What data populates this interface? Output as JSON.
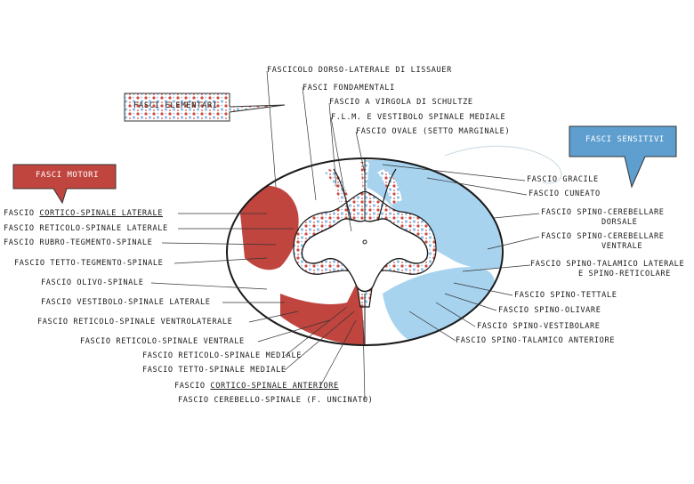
{
  "colors": {
    "motor": "#c0453f",
    "sensory": "#a7d3ef",
    "sensory_callout": "#5f9fd0",
    "elementary_red": "#cf4a40",
    "elementary_blue": "#8fc0e4",
    "outline": "#1a1a1a"
  },
  "callouts": {
    "elementary": "FASCI ELEMENTARI",
    "motor": "FASCI MOTORI",
    "sensory": "FASCI SENSITIVI"
  },
  "labels_top": [
    "FASCICOLO DORSO-LATERALE DI LISSAUER",
    "FASCI FONDAMENTALI",
    "FASCIO A VIRGOLA DI SCHULTZE",
    "F.L.M. E VESTIBOLO SPINALE MEDIALE",
    "FASCIO OVALE (SETTO MARGINALE)"
  ],
  "labels_left": [
    {
      "pre": "FASCIO ",
      "key": "CORTICO-SPINALE LATERALE",
      "underline": true
    },
    {
      "pre": "FASCIO ",
      "key": "RETICOLO-SPINALE LATERALE",
      "underline": false
    },
    {
      "pre": "FASCIO ",
      "key": "RUBRO-TEGMENTO-SPINALE",
      "underline": false
    },
    {
      "pre": "FASCIO ",
      "key": "TETTO-TEGMENTO-SPINALE",
      "underline": false
    },
    {
      "pre": "FASCIO ",
      "key": "OLIVO-SPINALE",
      "underline": false
    },
    {
      "pre": "FASCIO ",
      "key": "VESTIBOLO-SPINALE LATERALE",
      "underline": false
    },
    {
      "pre": "FASCIO ",
      "key": "RETICOLO-SPINALE VENTROLATERALE",
      "underline": false
    }
  ],
  "labels_bottom": [
    {
      "pre": "FASCIO ",
      "key": "RETICOLO-SPINALE VENTRALE",
      "underline": false
    },
    {
      "pre": "FASCIO ",
      "key": "RETICOLO-SPINALE MEDIALE",
      "underline": false
    },
    {
      "pre": "FASCIO ",
      "key": "TETTO-SPINALE MEDIALE",
      "underline": false
    },
    {
      "pre": "FASCIO ",
      "key": "CORTICO-SPINALE ANTERIORE",
      "underline": true
    },
    {
      "pre": "FASCIO ",
      "key": "CEREBELLO-SPINALE (F. UNCINATO)",
      "underline": false
    }
  ],
  "labels_right": [
    "FASCIO GRACILE",
    "FASCIO CUNEATO",
    "FASCIO SPINO-CEREBELLARE DORSALE",
    "FASCIO SPINO-CEREBELLARE VENTRALE",
    "FASCIO SPINO-TALAMICO LATERALE E SPINO-RETICOLARE",
    "FASCIO SPINO-TETTALE",
    "FASCIO SPINO-OLIVARE",
    "FASCIO SPINO-VESTIBOLARE",
    "FASCIO SPINO-TALAMICO ANTERIORE"
  ],
  "right_line2": {
    "2": "DORSALE",
    "3": "VENTRALE",
    "4": "E SPINO-RETICOLARE"
  },
  "right_line1": {
    "2": "FASCIO SPINO-CEREBELLARE",
    "3": "FASCIO SPINO-CEREBELLARE",
    "4": "FASCIO SPINO-TALAMICO LATERALE"
  }
}
